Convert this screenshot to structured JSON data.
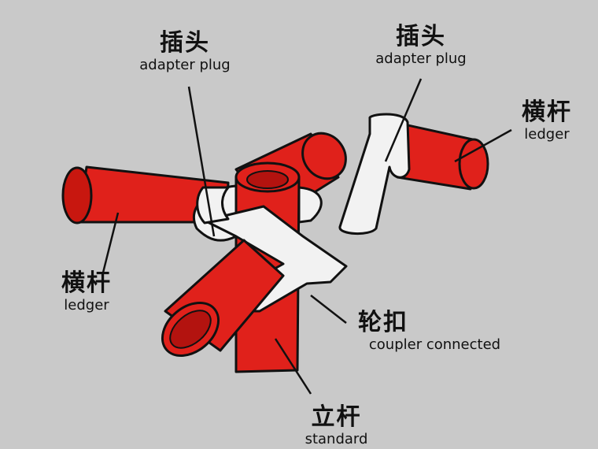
{
  "labels": {
    "adapter_left": {
      "cn": "插头",
      "en": "adapter plug"
    },
    "adapter_right": {
      "cn": "插头",
      "en": "adapter plug"
    },
    "ledger_right": {
      "cn": "横杆",
      "en": "ledger"
    },
    "ledger_left": {
      "cn": "横杆",
      "en": "ledger"
    },
    "coupler": {
      "cn": "轮扣",
      "en": "coupler connected"
    },
    "standard": {
      "cn": "立杆",
      "en": "standard"
    }
  },
  "colors": {
    "background": "#c9c9c9",
    "tube_red": "#e0211b",
    "tube_dark": "#b3130f",
    "fitting_white": "#f2f2f2",
    "outline": "#111111"
  }
}
